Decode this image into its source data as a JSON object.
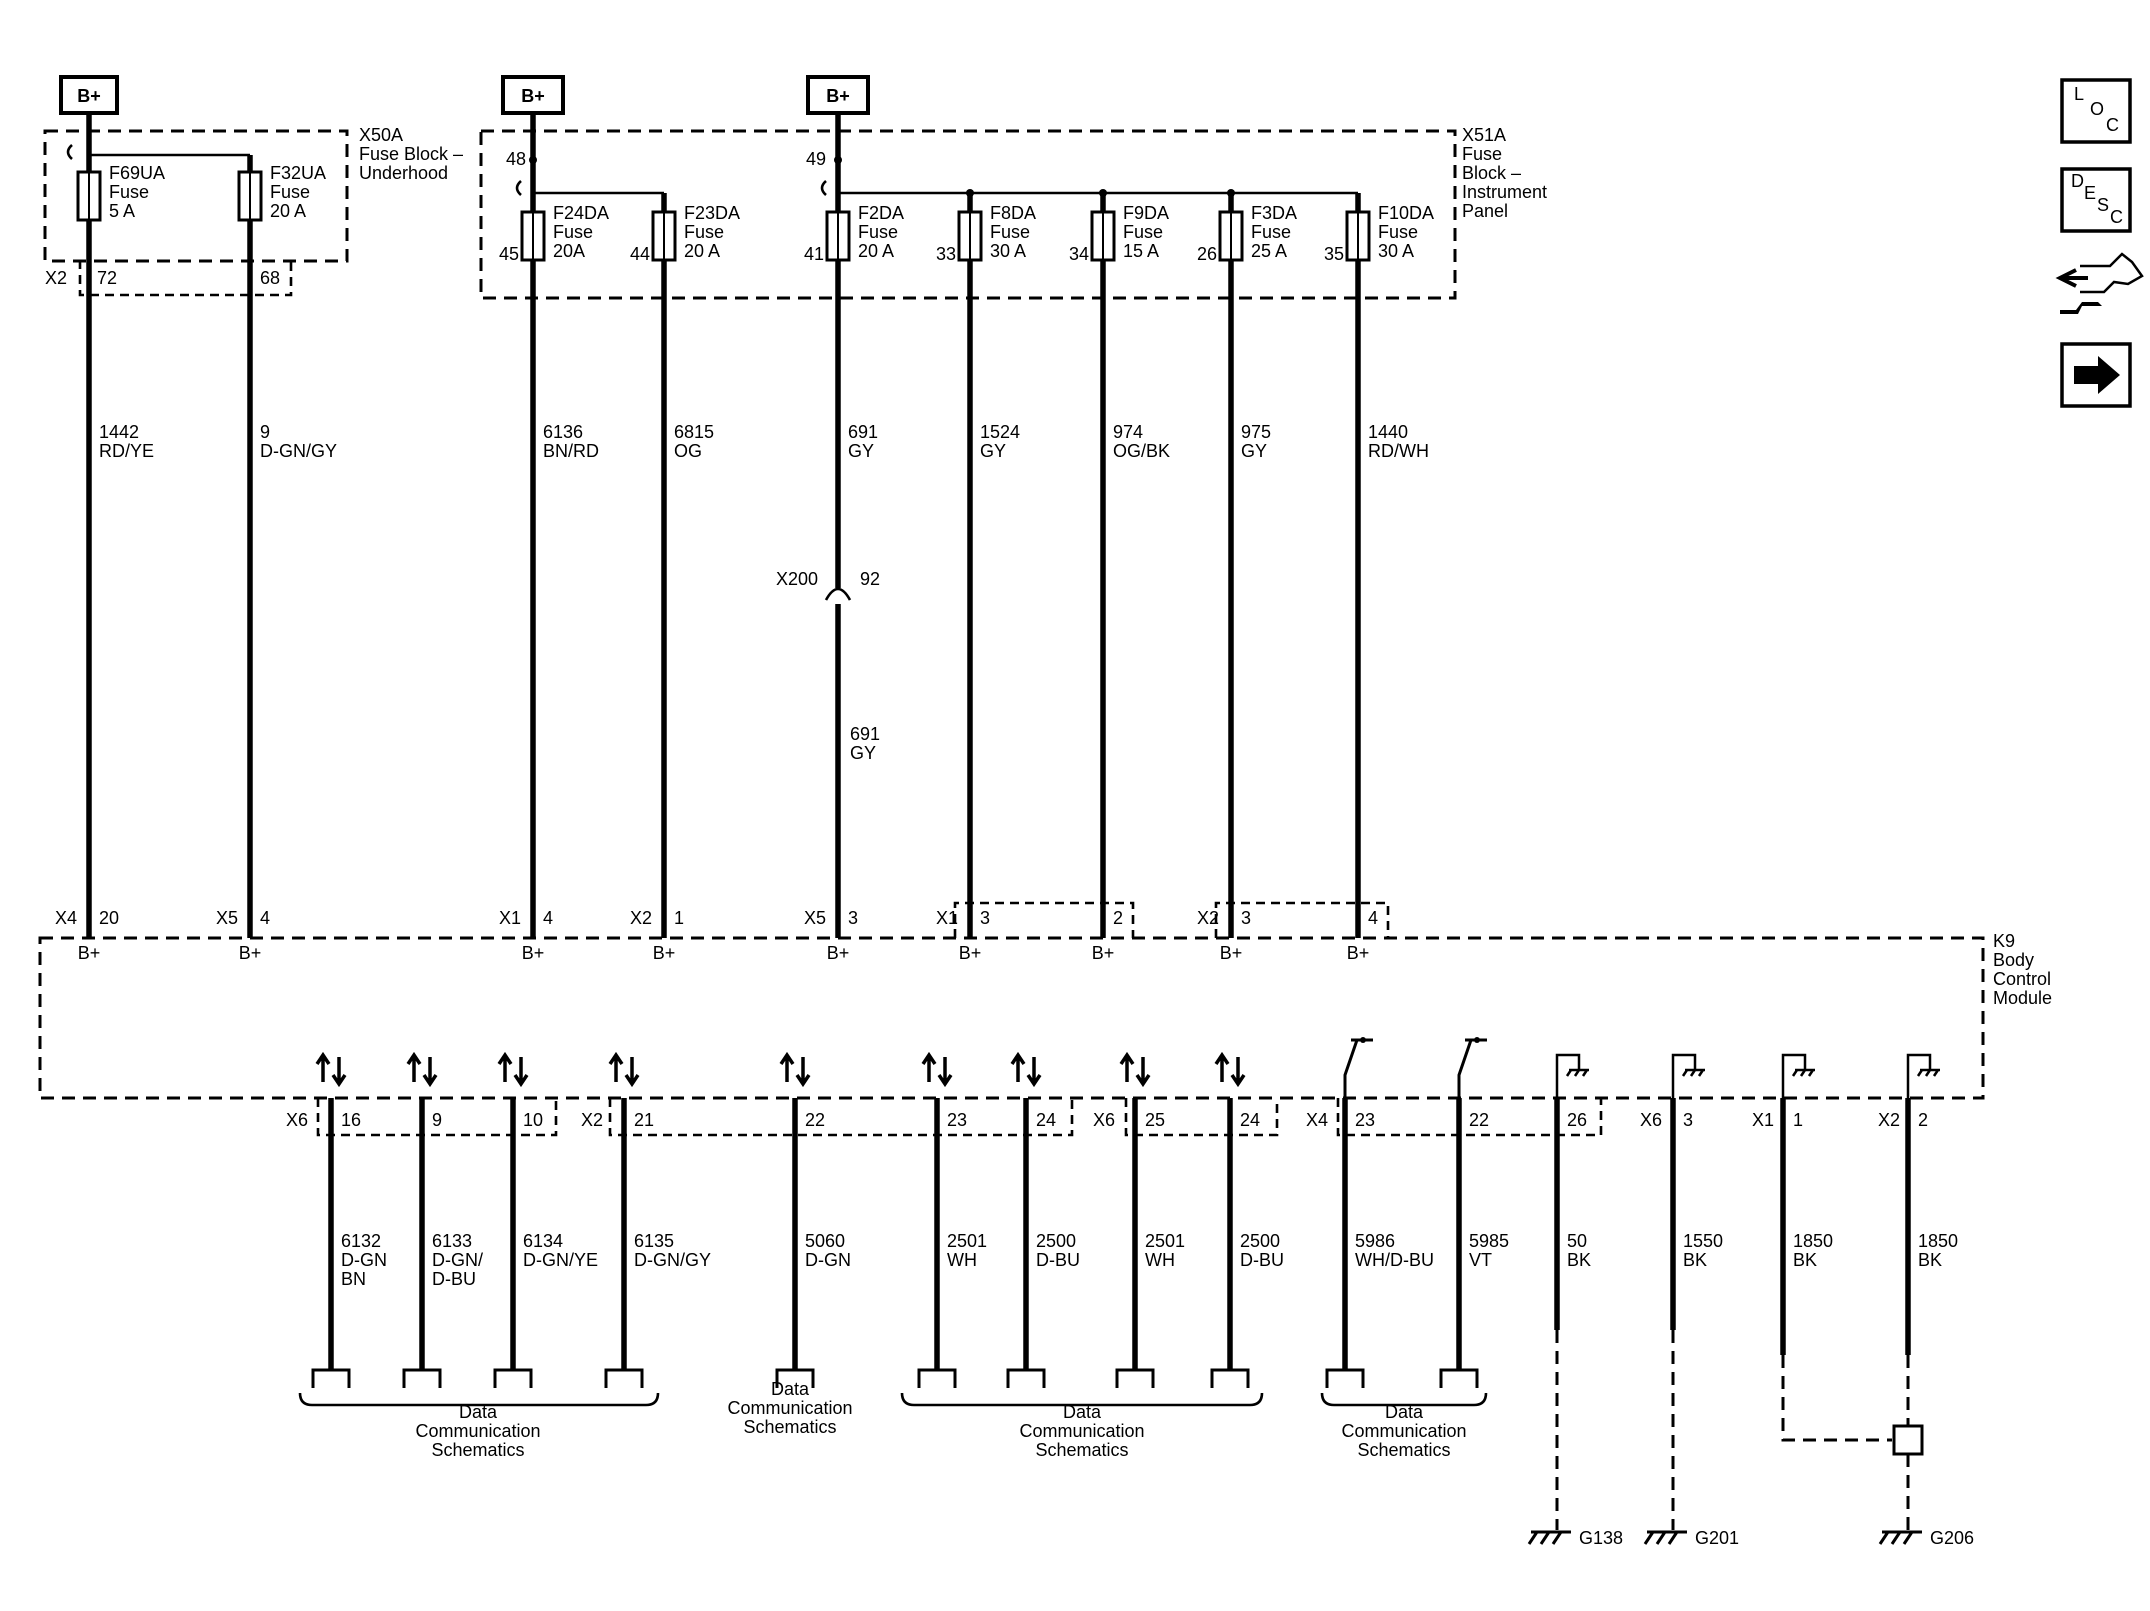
{
  "battery_label": "B+",
  "nav": {
    "loc": [
      "L",
      "O",
      "C"
    ],
    "desc": [
      "D",
      "E",
      "S",
      "C"
    ]
  },
  "fuse_blocks": {
    "x50a": {
      "id": "X50A",
      "lines": [
        "Fuse Block –",
        "Underhood"
      ]
    },
    "x51a": {
      "id": "X51A",
      "lines": [
        "Fuse",
        "Block –",
        "Instrument",
        "Panel"
      ]
    },
    "bus_pins": [
      "48",
      "49"
    ]
  },
  "fuses": [
    {
      "name": "F69UA",
      "lines": [
        "Fuse",
        "5 A"
      ],
      "pin": ""
    },
    {
      "name": "F32UA",
      "lines": [
        "Fuse",
        "20 A"
      ],
      "pin": ""
    },
    {
      "name": "F24DA",
      "lines": [
        "Fuse",
        "20A"
      ],
      "pin": "45"
    },
    {
      "name": "F23DA",
      "lines": [
        "Fuse",
        "20 A"
      ],
      "pin": "44"
    },
    {
      "name": "F2DA",
      "lines": [
        "Fuse",
        "20 A"
      ],
      "pin": "41"
    },
    {
      "name": "F8DA",
      "lines": [
        "Fuse",
        "30 A"
      ],
      "pin": "33"
    },
    {
      "name": "F9DA",
      "lines": [
        "Fuse",
        "15 A"
      ],
      "pin": "34"
    },
    {
      "name": "F3DA",
      "lines": [
        "Fuse",
        "25 A"
      ],
      "pin": "26"
    },
    {
      "name": "F10DA",
      "lines": [
        "Fuse",
        "30 A"
      ],
      "pin": "35"
    }
  ],
  "x50a_connector": {
    "id": "X2",
    "pins": [
      "72",
      "68"
    ]
  },
  "upper_wires": [
    {
      "circuit": "1442",
      "color": "RD/YE"
    },
    {
      "circuit": "9",
      "color": "D-GN/GY"
    },
    {
      "circuit": "6136",
      "color": "BN/RD"
    },
    {
      "circuit": "6815",
      "color": "OG"
    },
    {
      "circuit": "691",
      "color": "GY"
    },
    {
      "circuit": "1524",
      "color": "GY"
    },
    {
      "circuit": "974",
      "color": "OG/BK"
    },
    {
      "circuit": "975",
      "color": "GY"
    },
    {
      "circuit": "1440",
      "color": "RD/WH"
    }
  ],
  "inline_connector": {
    "id": "X200",
    "pin": "92",
    "circuit": "691",
    "color": "GY"
  },
  "bcm_inputs": [
    {
      "conn": "X4",
      "pin": "20",
      "label": "B+"
    },
    {
      "conn": "X5",
      "pin": "4",
      "label": "B+"
    },
    {
      "conn": "X1",
      "pin": "4",
      "label": "B+"
    },
    {
      "conn": "X2",
      "pin": "1",
      "label": "B+"
    },
    {
      "conn": "X5",
      "pin": "3",
      "label": "B+"
    },
    {
      "conn": "X1",
      "pin": "3",
      "label": "B+"
    },
    {
      "conn": "",
      "pin": "2",
      "label": "B+"
    },
    {
      "conn": "X2",
      "pin": "3",
      "label": "B+"
    },
    {
      "conn": "",
      "pin": "4",
      "label": "B+"
    }
  ],
  "module": {
    "id": "K9",
    "lines": [
      "Body",
      "Control",
      "Module"
    ]
  },
  "bottom_connectors": [
    "X6",
    "X2",
    "X6",
    "X4",
    "X6",
    "X1",
    "X2"
  ],
  "bottom_pins": [
    {
      "pin": "16",
      "circuit": "6132",
      "color": [
        "D-GN",
        "BN"
      ]
    },
    {
      "pin": "9",
      "circuit": "6133",
      "color": [
        "D-GN/",
        "D-BU"
      ]
    },
    {
      "pin": "10",
      "circuit": "6134",
      "color": [
        "D-GN/YE"
      ]
    },
    {
      "pin": "21",
      "circuit": "6135",
      "color": [
        "D-GN/GY"
      ]
    },
    {
      "pin": "22",
      "circuit": "5060",
      "color": [
        "D-GN"
      ]
    },
    {
      "pin": "23",
      "circuit": "2501",
      "color": [
        "WH"
      ]
    },
    {
      "pin": "24",
      "circuit": "2500",
      "color": [
        "D-BU"
      ]
    },
    {
      "pin": "25",
      "circuit": "2501",
      "color": [
        "WH"
      ]
    },
    {
      "pin": "24",
      "circuit": "2500",
      "color": [
        "D-BU"
      ]
    },
    {
      "pin": "23",
      "circuit": "5986",
      "color": [
        "WH/D-BU"
      ]
    },
    {
      "pin": "22",
      "circuit": "5985",
      "color": [
        "VT"
      ]
    },
    {
      "pin": "26",
      "circuit": "50",
      "color": [
        "BK"
      ]
    },
    {
      "pin": "3",
      "circuit": "1550",
      "color": [
        "BK"
      ]
    },
    {
      "pin": "1",
      "circuit": "1850",
      "color": [
        "BK"
      ]
    },
    {
      "pin": "2",
      "circuit": "1850",
      "color": [
        "BK"
      ]
    }
  ],
  "data_comm_labels": [
    [
      "Data",
      "Communication",
      "Schematics"
    ],
    [
      "Data",
      "Communication",
      "Schematics"
    ],
    [
      "Data",
      "Communication",
      "Schematics"
    ],
    [
      "Data",
      "Communication",
      "Schematics"
    ]
  ],
  "grounds": [
    "G138",
    "G201",
    "G206"
  ]
}
